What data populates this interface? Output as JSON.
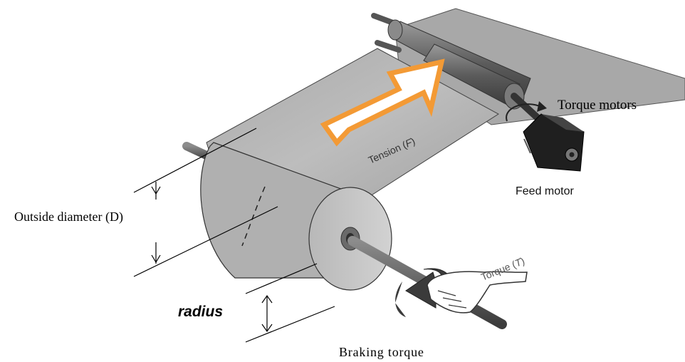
{
  "diagram": {
    "labels": {
      "torque_motors": "Torque motors",
      "feed_motor": "Feed motor",
      "tension": "Tension (",
      "tension_symbol": "F",
      "tension_close": ")",
      "outside_diameter": "Outside diameter (D)",
      "radius": "radius",
      "torque": "Torque (",
      "torque_symbol": "T",
      "torque_close": ")",
      "braking_torque": "Braking torque"
    },
    "colors": {
      "tension_arrow": "#f39a35",
      "web": "#b3b3b3",
      "roll_face": "#c4c4c4",
      "roller": "#6f6f6f",
      "motor": "#1f1f1f",
      "hand": "#ffffff"
    },
    "icons": {
      "tension_arrow": "large-outlined-arrow-icon",
      "torque_arrow": "curved-arrow-icon",
      "motor": "servo-motor-icon",
      "hand": "hand-icon"
    }
  }
}
